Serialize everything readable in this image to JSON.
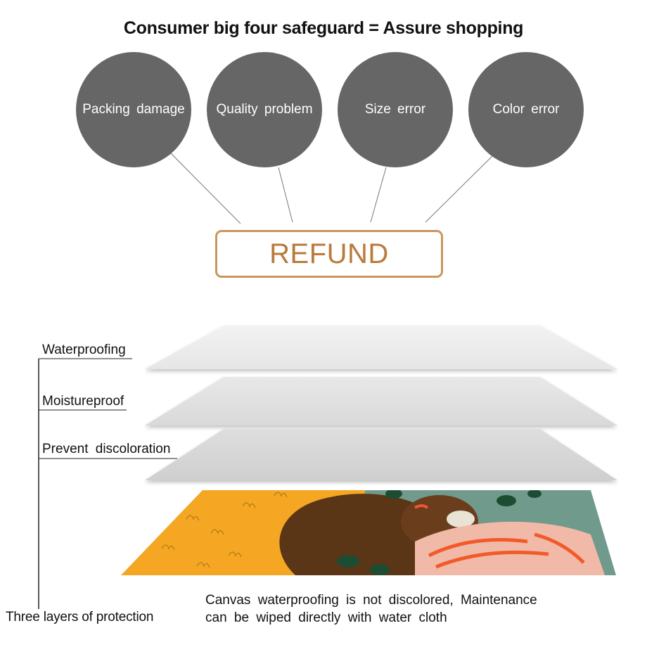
{
  "title": "Consumer big four safeguard = Assure shopping",
  "safeguards": [
    {
      "label": "Packing  damage"
    },
    {
      "label": "Quality  problem"
    },
    {
      "label": "Size  error"
    },
    {
      "label": "Color  error"
    }
  ],
  "refund": {
    "label": "REFUND"
  },
  "layers": {
    "waterproofing": "Waterproofing",
    "moistureproof": "Moistureproof",
    "prevent_discoloration": "Prevent  discoloration",
    "three_layers": "Three layers of protection"
  },
  "caption": {
    "line1": "Canvas  waterproofing  is  not  discolored,  Maintenance",
    "line2": "can  be  wiped  directly  with  water  cloth"
  },
  "colors": {
    "circle": "#666666",
    "refund_border": "#c9965b",
    "refund_text": "#b97a3c",
    "layer_fill": "#d9d9d9",
    "canvas_orange": "#f5a623",
    "canvas_green": "#6f9a8c"
  }
}
